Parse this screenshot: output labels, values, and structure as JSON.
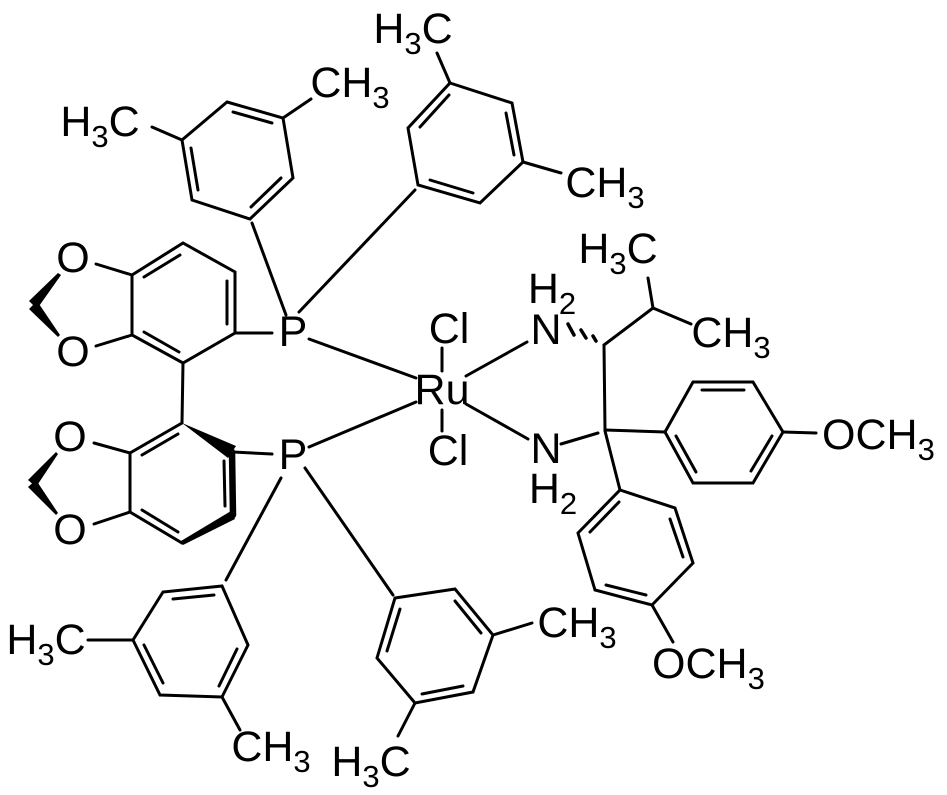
{
  "figure": {
    "type": "chemical-structure-diagram",
    "background_color": "#ffffff",
    "ink_color": "#000000",
    "content": "Ruthenium dichloride complex bearing a bis[bis(3,5-dimethylphenyl)phosphino]benzodioxole biaryl ligand and a diamine ligand with isopropyl and bis(4-methoxyphenyl) groups"
  },
  "atom_labels": {
    "ru": "Ru",
    "cl": "Cl",
    "p": "P",
    "o": "O",
    "n": "N",
    "h": "H",
    "c": "C",
    "ch": "CH",
    "och": "OCH",
    "sub_two": "2",
    "sub_three": "3"
  }
}
